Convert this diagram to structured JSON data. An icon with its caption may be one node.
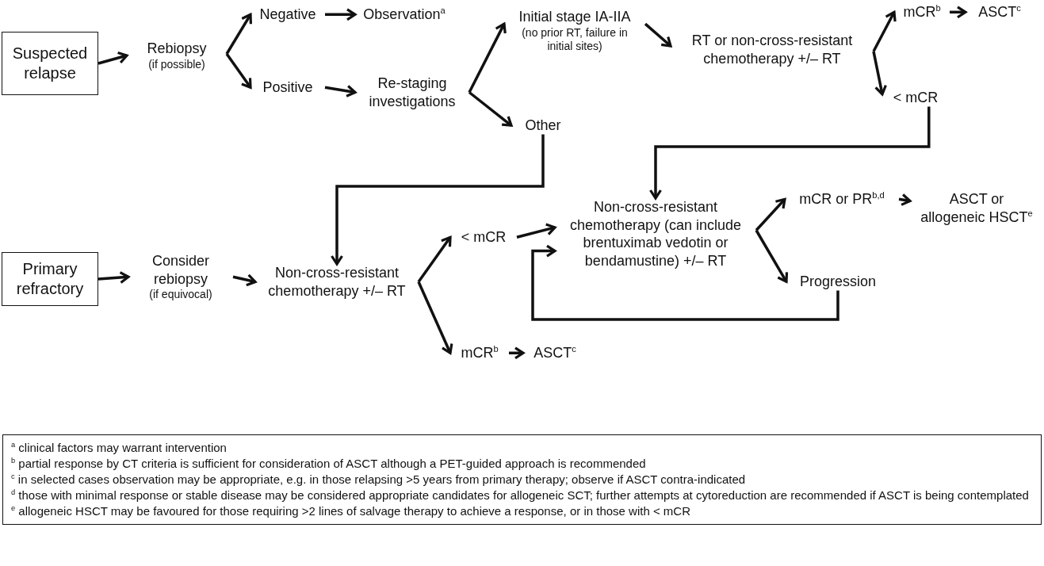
{
  "diagram": {
    "nodes": [
      {
        "text": [
          "Suspected relapse"
        ]
      },
      {
        "text": [
          "Rebiopsy",
          "(if possible)"
        ]
      },
      {
        "text": [
          "Negative"
        ]
      },
      {
        "text": [
          "Observation$^{a}$"
        ]
      },
      {
        "text": [
          "Positive"
        ]
      },
      {
        "text": [
          "Re-staging investigations"
        ]
      },
      {
        "text": [
          "Initial stage IA-IIA",
          "(no prior RT, failure in initial sites)"
        ]
      },
      {
        "text": [
          "RT or non-cross-resistant chemotherapy +/– RT"
        ]
      },
      {
        "text": [
          "mCR$^{b}$"
        ]
      },
      {
        "text": [
          "ASCT$^{c}$"
        ]
      },
      {
        "text": [
          "< mCR"
        ]
      },
      {
        "text": [
          "Other"
        ]
      },
      {
        "text": [
          "Primary refractory"
        ]
      },
      {
        "text": [
          "Consider rebiopsy",
          "(if equivocal)"
        ]
      },
      {
        "text": [
          "Non-cross-resistant chemotherapy +/– RT"
        ]
      },
      {
        "text": [
          "< mCR"
        ]
      },
      {
        "text": [
          "mCR$^{b}$"
        ]
      },
      {
        "text": [
          "ASCT$^{c}$"
        ]
      },
      {
        "text": [
          "Non-cross-resistant chemotherapy (can include brentuximab vedotin or bendamustine) +/– RT"
        ]
      },
      {
        "text": [
          "mCR or PR$^{b,d}$"
        ]
      },
      {
        "text": [
          "ASCT or allogeneic HSCT$^{e}$"
        ]
      },
      {
        "text": [
          "Progression"
        ]
      },
      {
        "text": [
          "$^{a}$ clinical factors may warrant intervention",
          "$^{b}$ partial response by CT criteria is sufficient for consideration of ASCT although a PET-guided approach is recommended",
          "$^{c}$ in selected cases observation may be appropriate, e.g. in those relapsing >5 years from primary therapy; observe if ASCT contra-indicated",
          "$^{d}$ those with minimal response or stable disease may be considered appropriate candidates for allogeneic SCT; further attempts at cytoreduction are recommended if ASCT is being contemplated",
          "$^{e}$ allogeneic HSCT may be favoured for those requiring >2 lines of salvage therapy to achieve a response, or in those with < mCR"
        ]
      }
    ],
    "edges": [
      {
        "from": 0,
        "to": 1,
        "arrow": "to"
      },
      {
        "from": 1,
        "to": 2,
        "arrow": "to"
      },
      {
        "from": 1,
        "to": 4,
        "arrow": "to"
      },
      {
        "from": 2,
        "to": 3,
        "arrow": "to"
      },
      {
        "from": 4,
        "to": 5,
        "arrow": "to"
      },
      {
        "from": 5,
        "to": 6,
        "arrow": "to"
      },
      {
        "from": 5,
        "to": 11,
        "arrow": "to"
      },
      {
        "from": 6,
        "to": 7,
        "arrow": "to"
      },
      {
        "from": 7,
        "to": 8,
        "arrow": "to"
      },
      {
        "from": 8,
        "to": 9,
        "arrow": "to"
      },
      {
        "from": 7,
        "to": 10,
        "arrow": "to"
      },
      {
        "from": 10,
        "to": 18,
        "arrow": "to"
      },
      {
        "from": 11,
        "to": 14,
        "arrow": "to"
      },
      {
        "from": 12,
        "to": 13,
        "arrow": "to"
      },
      {
        "from": 13,
        "to": 14,
        "arrow": "to"
      },
      {
        "from": 14,
        "to": 15,
        "arrow": "to"
      },
      {
        "from": 14,
        "to": 16,
        "arrow": "to"
      },
      {
        "from": 16,
        "to": 17,
        "arrow": "to"
      },
      {
        "from": 15,
        "to": 18,
        "arrow": "to"
      },
      {
        "from": 21,
        "to": 18,
        "arrow": "to"
      },
      {
        "from": 18,
        "to": 19,
        "arrow": "to"
      },
      {
        "from": 18,
        "to": 21,
        "arrow": "to"
      },
      {
        "from": 19,
        "to": 20,
        "arrow": "to"
      }
    ]
  }
}
